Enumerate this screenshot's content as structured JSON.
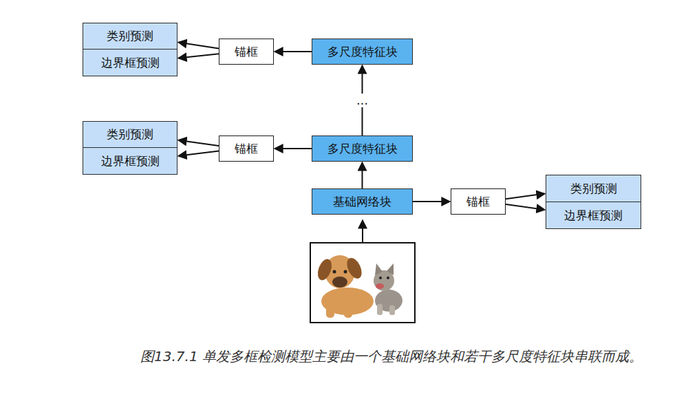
{
  "diagram": {
    "caption": "图13.7.1 单发多框检测模型主要由一个基础网络块和若干多尺度特征块串联而成。",
    "nodes": [
      {
        "text": [
          "类别预测"
        ]
      },
      {
        "text": [
          "边界框预测"
        ]
      },
      {
        "text": [
          "锚框"
        ]
      },
      {
        "text": [
          "多尺度特征块"
        ]
      },
      {
        "text": [
          "类别预测"
        ]
      },
      {
        "text": [
          "边界框预测"
        ]
      },
      {
        "text": [
          "锚框"
        ]
      },
      {
        "text": [
          "多尺度特征块"
        ]
      },
      {
        "text": [
          "基础网络块"
        ]
      },
      {
        "text": [
          "锚框"
        ]
      },
      {
        "text": [
          "类别预测"
        ]
      },
      {
        "text": [
          "边界框预测"
        ]
      }
    ],
    "edges": [
      {
        "from": 2,
        "to": 0,
        "arrow": "to"
      },
      {
        "from": 2,
        "to": 1,
        "arrow": "to"
      },
      {
        "from": 3,
        "to": 2,
        "arrow": "to"
      },
      {
        "from": 6,
        "to": 4,
        "arrow": "to"
      },
      {
        "from": 6,
        "to": 5,
        "arrow": "to"
      },
      {
        "from": 7,
        "to": 6,
        "arrow": "to"
      },
      {
        "from": 8,
        "to": 7,
        "arrow": "to"
      },
      {
        "from": 7,
        "to": 3,
        "label": "…",
        "arrow": "to"
      },
      {
        "from": 8,
        "to": 9,
        "arrow": "to"
      },
      {
        "from": 9,
        "to": 10,
        "arrow": "to"
      },
      {
        "from": 9,
        "to": 11,
        "arrow": "to"
      }
    ]
  }
}
